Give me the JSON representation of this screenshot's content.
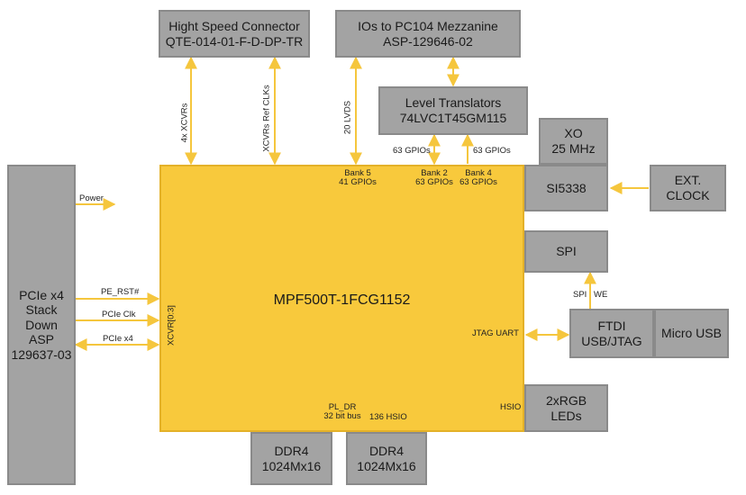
{
  "boxes": {
    "hsc": {
      "line1": "Hight Speed Connector",
      "line2": "QTE-014-01-F-D-DP-TR"
    },
    "pc104": {
      "line1": "IOs to PC104 Mezzanine",
      "line2": "ASP-129646-02"
    },
    "level": {
      "line1": "Level Translators",
      "line2": "74LVC1T45GM115"
    },
    "xo": {
      "line1": "XO",
      "line2": "25 MHz"
    },
    "si5338": {
      "label": "SI5338"
    },
    "extclock": {
      "line1": "EXT.",
      "line2": "CLOCK"
    },
    "pcie": {
      "line1": "PCIe x4",
      "line2": "Stack Down",
      "line3": "ASP",
      "line4": "129637-03"
    },
    "fpga": {
      "label": "MPF500T-1FCG1152"
    },
    "spi": {
      "label": "SPI"
    },
    "ftdi": {
      "line1": "FTDI",
      "line2": "USB/JTAG"
    },
    "microusb": {
      "label": "Micro USB"
    },
    "rgb": {
      "line1": "2xRGB",
      "line2": "LEDs"
    },
    "ddr_a": {
      "line1": "DDR4",
      "line2": "1024Mx16"
    },
    "ddr_b": {
      "line1": "DDR4",
      "line2": "1024Mx16"
    }
  },
  "labels": {
    "xcvrs4": "4x XCVRs",
    "xcvr_ref": "XCVRs Ref CLKs",
    "lvds20": "20 LVDS",
    "gpio63_a": "63 GPIOs",
    "gpio63_b": "63 GPIOs",
    "bank5_l1": "Bank 5",
    "bank5_l2": "41 GPIOs",
    "bank2_l1": "Bank 2",
    "bank2_l2": "63 GPIOs",
    "bank4_l1": "Bank 4",
    "bank4_l2": "63 GPIOs",
    "power": "Power",
    "pe_rst": "PE_RST#",
    "pcie_clk": "PCIe Clk",
    "pcie_x4": "PCIe x4",
    "xcvr03": "XCVR[0:3]",
    "jtag_uart": "JTAG UART",
    "spi_l": "SPI",
    "we_l": "WE",
    "pl_dr": "PL_DR",
    "bus32": "32 bit bus",
    "hsio136": "136 HSIO",
    "hsio": "HSIO"
  },
  "colors": {
    "fpga": "#f8c93c",
    "box": "#a3a3a3",
    "arrow": "#f8c93c"
  }
}
